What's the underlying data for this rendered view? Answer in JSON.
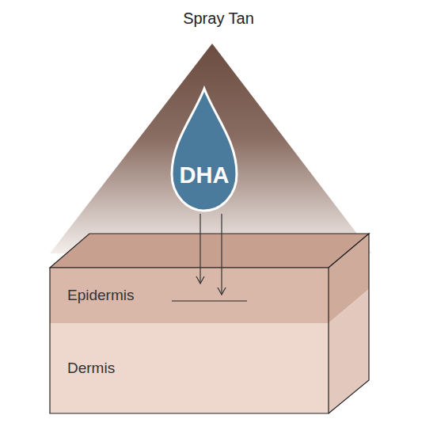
{
  "diagram": {
    "title": "Spray Tan",
    "nodes": [
      {
        "text": [
          "DHA"
        ]
      },
      {
        "text": [
          "Epidermis"
        ]
      },
      {
        "text": [
          "Dermis"
        ]
      }
    ],
    "edges": [
      {
        "from": 0,
        "to": 1,
        "arrow": "to"
      },
      {
        "from": 0,
        "to": 1,
        "arrow": "to"
      }
    ]
  }
}
